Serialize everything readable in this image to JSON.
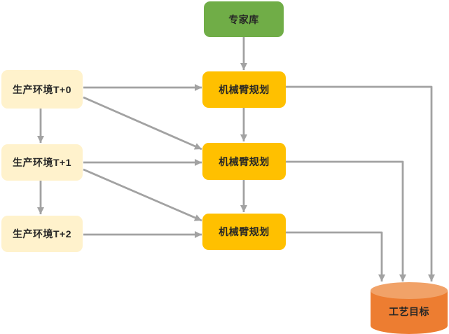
{
  "diagram": {
    "title": "robot-arm-planning-flowchart",
    "colors": {
      "background": "#ffffff",
      "arrow": "#a2a2a2",
      "text": "#262626",
      "expert_green": "#70ad47",
      "planning_gold": "#ffc000",
      "environment_cream": "#fff2cc",
      "target_orange": "#ed7d31",
      "target_top": "#f1a268"
    },
    "nodes": {
      "expert": {
        "label": "专家库",
        "fill": "#70ad47",
        "shape": "rounded-rect"
      },
      "prod0": {
        "label": "生产环境T+0",
        "fill": "#fff2cc",
        "shape": "rounded-rect"
      },
      "prod1": {
        "label": "生产环境T+1",
        "fill": "#fff2cc",
        "shape": "rounded-rect"
      },
      "prod2": {
        "label": "生产环境T+2",
        "fill": "#fff2cc",
        "shape": "rounded-rect"
      },
      "plan1": {
        "label": "机械臂规划",
        "fill": "#ffc000",
        "shape": "rounded-rect"
      },
      "plan2": {
        "label": "机械臂规划",
        "fill": "#ffc000",
        "shape": "rounded-rect"
      },
      "plan3": {
        "label": "机械臂规划",
        "fill": "#ffc000",
        "shape": "rounded-rect"
      },
      "target": {
        "label": "工艺目标",
        "fill": "#ed7d31",
        "shape": "cylinder"
      }
    },
    "edges": [
      {
        "from": "expert",
        "to": "plan1"
      },
      {
        "from": "plan1",
        "to": "plan2"
      },
      {
        "from": "plan2",
        "to": "plan3"
      },
      {
        "from": "prod0",
        "to": "prod1"
      },
      {
        "from": "prod1",
        "to": "prod2"
      },
      {
        "from": "prod0",
        "to": "plan1"
      },
      {
        "from": "prod1",
        "to": "plan2"
      },
      {
        "from": "prod2",
        "to": "plan3"
      },
      {
        "from": "prod0",
        "to": "plan2"
      },
      {
        "from": "prod1",
        "to": "plan3"
      },
      {
        "from": "plan1",
        "to": "target"
      },
      {
        "from": "plan2",
        "to": "target"
      },
      {
        "from": "plan3",
        "to": "target"
      }
    ]
  }
}
